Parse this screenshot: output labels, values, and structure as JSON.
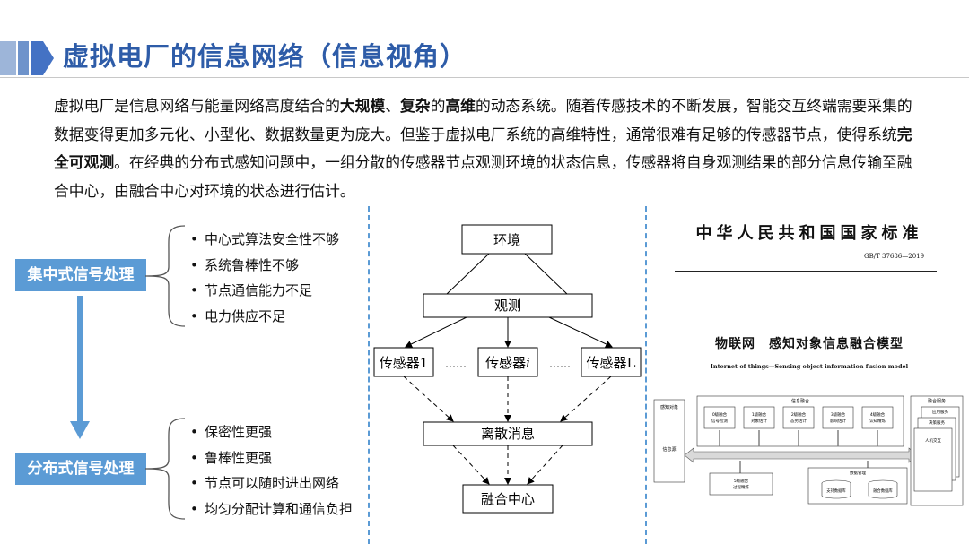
{
  "header": {
    "title": "虚拟电厂的信息网络（信息视角）",
    "accent_color": "#2E5CA8",
    "deco_color": "#4472C4"
  },
  "intro": {
    "segments": [
      {
        "text": "虚拟电厂是信息网络与能量网络高度结合的",
        "bold": false
      },
      {
        "text": "大规模",
        "bold": true
      },
      {
        "text": "、",
        "bold": false
      },
      {
        "text": "复杂",
        "bold": true
      },
      {
        "text": "的",
        "bold": false
      },
      {
        "text": "高维",
        "bold": true
      },
      {
        "text": "的动态系统。随着传感技术的不断发展，智能交互终端需要采集的数据变得更加多元化、小型化、数据数量更为庞大。但鉴于虚拟电厂系统的高维特性，通常很难有足够的传感器节点，使得系统",
        "bold": false
      },
      {
        "text": "完全可观测",
        "bold": true
      },
      {
        "text": "。在经典的分布式感知问题中，一组分散的传感器节点观测环境的状态信息，传感器将自身观测结果的部分信息传输至融合中心，由融合中心对环境的状态进行估计。",
        "bold": false
      }
    ]
  },
  "left_panel": {
    "label_color": "#5B9BD5",
    "centralized": {
      "label": "集中式信号处理",
      "bullets": [
        "中心式算法安全性不够",
        "系统鲁棒性不够",
        "节点通信能力不足",
        "电力供应不足"
      ]
    },
    "distributed": {
      "label": "分布式信号处理",
      "bullets": [
        "保密性更强",
        "鲁棒性更强",
        "节点可以随时进出网络",
        "均匀分配计算和通信负担"
      ]
    },
    "bullet_glyph": "•"
  },
  "diagram": {
    "environment": "环境",
    "observation": "观测",
    "sensor_prefix": "传感器",
    "sensor_1_index": "1",
    "sensor_i_index": "i",
    "sensor_l_index": "L",
    "ellipsis": "……",
    "discrete_message": "离散消息",
    "fusion_center": "融合中心"
  },
  "standard_doc": {
    "header": "中华人民共和国国家标准",
    "code": "GB/T 37686—2019",
    "title_cn": "物联网　感知对象信息融合模型",
    "title_en": "Internet of things—Sensing object information fusion model",
    "model": {
      "perception_object": "感知对象",
      "info_source": "信息源",
      "info_fusion": "信息融合",
      "level0_a": "0级融合",
      "level0_b": "信号检测",
      "level1_a": "1级融合",
      "level1_b": "对象估计",
      "level2_a": "2级融合",
      "level2_b": "态势估计",
      "level3_a": "3级融合",
      "level3_b": "影响估计",
      "level4_a": "4级融合",
      "level4_b": "认知精炼",
      "level5_a": "5级融合",
      "level5_b": "过程精炼",
      "data_mgmt": "数据管理",
      "support_db": "支持数据库",
      "fusion_db": "融合数据库",
      "fusion_service": "融合服务",
      "app_service": "应用服务",
      "decision_service": "决策服务",
      "hci": "人机交互"
    }
  }
}
